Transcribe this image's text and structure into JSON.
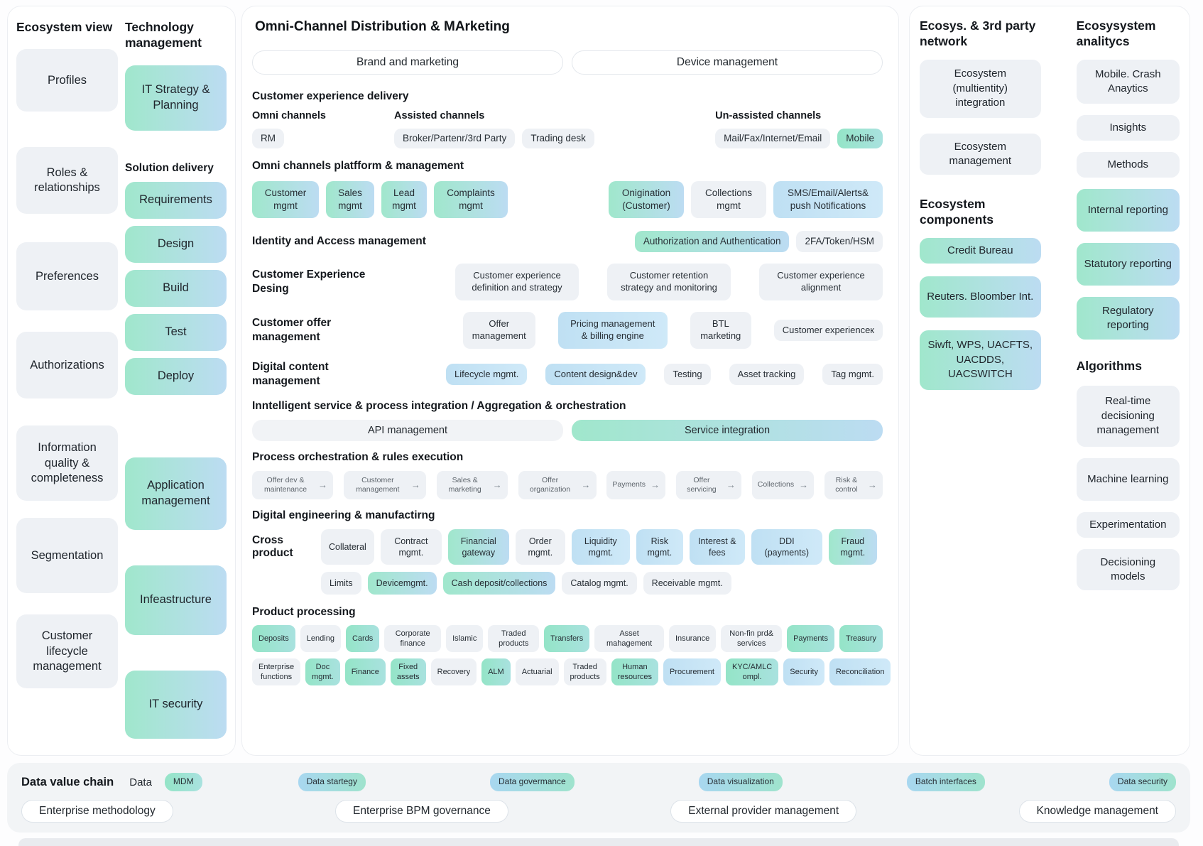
{
  "left_panel": {
    "ecosystem_view": {
      "title": "Ecosystem view",
      "items": [
        {
          "t": "Profiles"
        },
        {
          "t": "Roles & relationships"
        },
        {
          "t": "Preferences"
        },
        {
          "t": "Authorizations"
        },
        {
          "t": "Information quality & completeness"
        },
        {
          "t": "Segmentation"
        },
        {
          "t": "Customer lifecycle management"
        }
      ]
    },
    "technology_management": {
      "title": "Technology management",
      "top_item": [
        {
          "t": "IT Strategy & Planning",
          "v": "teal"
        }
      ],
      "solution_delivery_label": "Solution delivery",
      "solution_delivery_items": [
        {
          "t": "Requirements",
          "v": "teal"
        },
        {
          "t": "Design",
          "v": "teal"
        },
        {
          "t": "Build",
          "v": "teal"
        },
        {
          "t": "Test",
          "v": "teal"
        },
        {
          "t": "Deploy",
          "v": "teal"
        }
      ],
      "bottom_items": [
        {
          "t": "Application management",
          "v": "teal"
        },
        {
          "t": "Infeastructure",
          "v": "teal"
        },
        {
          "t": "IT security",
          "v": "teal"
        }
      ]
    }
  },
  "main_panel": {
    "title": "Omni-Channel Distribution & MArketing",
    "tabs": {
      "brand": "Brand and marketing",
      "device": "Device management"
    },
    "customer_experience_delivery": {
      "header": "Customer experience delivery",
      "omni_label": "Omni channels",
      "omni_chips": [
        {
          "t": "RM"
        }
      ],
      "assisted_label": "Assisted channels",
      "assisted_chips": [
        {
          "t": "Broker/Partenr/3rd Party"
        },
        {
          "t": "Trading desk"
        }
      ],
      "unassisted_label": "Un-assisted channels",
      "unassisted_chips": [
        {
          "t": "Mail/Fax/Internet/Email"
        },
        {
          "t": "Mobile",
          "v": "mint"
        }
      ]
    },
    "platform": {
      "header": "Omni channels platfform & management",
      "left_chips": [
        {
          "t": "Customer mgmt",
          "v": "teal",
          "mw": 70
        },
        {
          "t": "Sales mgmt",
          "v": "teal",
          "mw": 44
        },
        {
          "t": "Lead mgmt",
          "v": "teal",
          "mw": 40
        },
        {
          "t": "Complaints mgmt",
          "v": "teal",
          "mw": 80
        }
      ],
      "right_chips": [
        {
          "t": "Onigination (Customer)",
          "v": "teal",
          "mw": 82
        },
        {
          "t": "Collections mgmt",
          "mw": 82
        },
        {
          "t": "SMS/Email/Alerts& push Notifications",
          "v": "blue",
          "mw": 130
        }
      ]
    },
    "identity": {
      "header": "Identity and Access management",
      "chips": [
        {
          "t": "Authorization and Authentication",
          "v": "teal"
        },
        {
          "t": "2FA/Token/HSM"
        }
      ]
    },
    "cx_design": {
      "header": "Customer Experience Desing",
      "chips": [
        {
          "t": "Customer experience definition and strategy",
          "mw": 150
        },
        {
          "t": "Customer retention strategy and monitoring",
          "mw": 150
        },
        {
          "t": "Customer experience alignment",
          "mw": 150
        }
      ]
    },
    "customer_offer": {
      "header": "Customer offer management",
      "chips": [
        {
          "t": "Offer management",
          "mw": 78
        },
        {
          "t": "Pricing management & billing engine",
          "v": "blue",
          "mw": 130
        },
        {
          "t": "BTL marketing",
          "mw": 62
        },
        {
          "t": "Customer experienceк"
        }
      ]
    },
    "digital_content": {
      "header": "Digital content management",
      "chips": [
        {
          "t": "Lifecycle mgmt.",
          "v": "blue"
        },
        {
          "t": "Content design&dev",
          "v": "blue"
        },
        {
          "t": "Testing"
        },
        {
          "t": "Asset tracking"
        },
        {
          "t": "Tag mgmt."
        }
      ]
    },
    "intelligent": {
      "header": "Inntelligent service & process integration / Aggregation & orchestration",
      "api_pill": "API management",
      "service_pill": "Service integration"
    },
    "process_orchestration": {
      "header": "Process orchestration & rules execution",
      "chips": [
        {
          "t": "Offer dev & maintenance",
          "v": "muted",
          "arrow": true,
          "mw": 78
        },
        {
          "t": "Customer management",
          "arrow": true,
          "mw": 80
        },
        {
          "t": "Sales & marketing",
          "arrow": true,
          "mw": 64
        },
        {
          "t": "Offer organization",
          "arrow": true,
          "mw": 74
        },
        {
          "t": "Payments",
          "arrow": true
        },
        {
          "t": "Offer servicing",
          "arrow": true,
          "mw": 56
        },
        {
          "t": "Collections",
          "arrow": true
        },
        {
          "t": "Risk & control",
          "arrow": true,
          "mw": 46
        }
      ]
    },
    "engineering_header": "Digital engineering & manufactirng",
    "cross_product": {
      "label": "Cross product",
      "row1": [
        {
          "t": "Collateral"
        },
        {
          "t": "Contract mgmt.",
          "mw": 64
        },
        {
          "t": "Financial gateway",
          "v": "teal",
          "mw": 64
        },
        {
          "t": "Order mgmt.",
          "mw": 48
        },
        {
          "t": "Liquidity mgmt.",
          "v": "blue",
          "mw": 60
        },
        {
          "t": "Risk mgmt.",
          "v": "blue",
          "mw": 44
        },
        {
          "t": "Interest & fees",
          "v": "blue",
          "mw": 56
        },
        {
          "t": "DDI (payments)",
          "v": "blue",
          "mw": 78
        },
        {
          "t": "Fraud mgmt.",
          "v": "teal",
          "mw": 46
        }
      ],
      "row2": [
        {
          "t": "Limits"
        },
        {
          "t": "Devicemgmt.",
          "v": "teal"
        },
        {
          "t": "Cash deposit/collections",
          "v": "teal"
        },
        {
          "t": "Catalog mgmt."
        },
        {
          "t": "Receivable mgmt."
        }
      ]
    },
    "product_processing": {
      "header": "Product processing",
      "row1": [
        {
          "t": "Deposits",
          "v": "mint"
        },
        {
          "t": "Lending"
        },
        {
          "t": "Cards",
          "v": "mint"
        },
        {
          "t": "Corporate finance",
          "mw": 62
        },
        {
          "t": "Islamic"
        },
        {
          "t": "Traded products",
          "mw": 54
        },
        {
          "t": "Transfers",
          "v": "mint"
        },
        {
          "t": "Asset mahagement",
          "mw": 80
        },
        {
          "t": "Insurance"
        },
        {
          "t": "Non-fin prd& services",
          "mw": 68
        },
        {
          "t": "Payments",
          "v": "mint"
        },
        {
          "t": "Treasury",
          "v": "mint"
        }
      ],
      "row2": [
        {
          "t": "Enterprise functions",
          "mw": 60
        },
        {
          "t": "Doc mgmt.",
          "v": "mint",
          "mw": 38
        },
        {
          "t": "Finance",
          "v": "mint"
        },
        {
          "t": "Fixed assets",
          "v": "mint",
          "mw": 42
        },
        {
          "t": "Recovery"
        },
        {
          "t": "ALM",
          "v": "mint"
        },
        {
          "t": "Actuarial"
        },
        {
          "t": "Traded products",
          "mw": 54
        },
        {
          "t": "Human resources",
          "v": "mint",
          "mw": 64
        },
        {
          "t": "Procurement",
          "v": "blue"
        },
        {
          "t": "KYC/AMLC ompl.",
          "v": "mint",
          "mw": 68
        },
        {
          "t": "Security",
          "v": "blue"
        },
        {
          "t": "Reconciliation",
          "v": "blue"
        }
      ]
    }
  },
  "right_panel": {
    "network": {
      "title": "Ecosys. & 3rd party network",
      "chips": [
        {
          "t": "Ecosystem (multientity) integration"
        },
        {
          "t": "Ecosystem management"
        }
      ],
      "components_title": "Ecosystem components",
      "components": [
        {
          "t": "Credit Bureau",
          "v": "teal"
        },
        {
          "t": "Reuters. Bloomber Int.",
          "v": "teal"
        },
        {
          "t": "Siwft, WPS, UACFTS, UACDDS, UACSWITCH",
          "v": "teal"
        }
      ]
    },
    "analytics": {
      "title": "Ecosysystem analitycs",
      "top_chips": [
        {
          "t": "Mobile. Crash Anaytics"
        },
        {
          "t": "Insights"
        },
        {
          "t": "Methods"
        }
      ],
      "reporting_chips": [
        {
          "t": "Internal reporting",
          "v": "teal"
        },
        {
          "t": "Statutory reporting",
          "v": "teal"
        },
        {
          "t": "Regulatory reporting",
          "v": "teal"
        }
      ],
      "algorithms_title": "Algorithms",
      "algorithm_chips": [
        {
          "t": "Real-time decisioning management"
        },
        {
          "t": "Machine learning"
        },
        {
          "t": "Experimentation"
        },
        {
          "t": "Decisioning models"
        }
      ]
    }
  },
  "bottom": {
    "data_value_chain_label": "Data value chain",
    "data_label": "Data",
    "mdm_chip": [
      {
        "t": "MDM",
        "v": "mint"
      }
    ],
    "chain_chips": [
      {
        "t": "Data startegy",
        "v": "bluet"
      },
      {
        "t": "Data govermance",
        "v": "bluet"
      },
      {
        "t": "Data visualization",
        "v": "bluet"
      },
      {
        "t": "Batch interfaces",
        "v": "bluet"
      },
      {
        "t": "Data security",
        "v": "bluet"
      }
    ],
    "governance_pills": [
      {
        "t": "Enterprise methodology",
        "v": "white"
      },
      {
        "t": "Enterprise BPM governance",
        "v": "white"
      },
      {
        "t": "External provider management",
        "v": "white"
      },
      {
        "t": "Knowledge management",
        "v": "white"
      }
    ]
  }
}
